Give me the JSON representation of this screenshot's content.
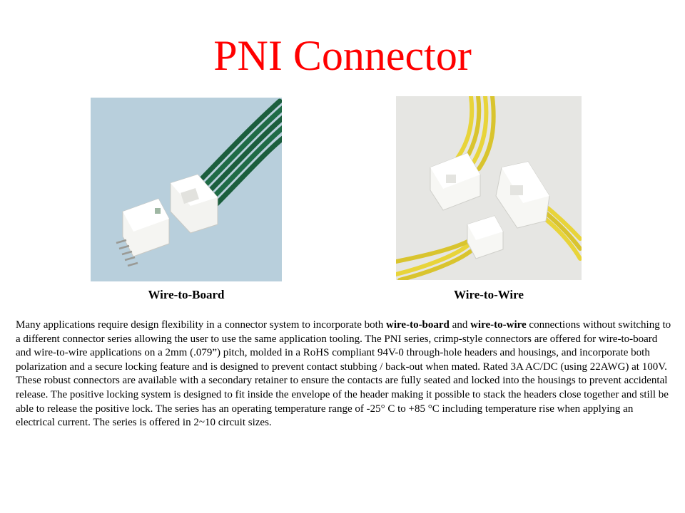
{
  "slide": {
    "title": "PNI Connector",
    "figures": [
      {
        "caption": "Wire-to-Board",
        "image": "wire-to-board-connector-photo",
        "background": "#b8cfdc"
      },
      {
        "caption": "Wire-to-Wire",
        "image": "wire-to-wire-connector-photo",
        "background": "#e6e6e3"
      }
    ],
    "description": {
      "part1": "Many applications require design flexibility in a connector system to incorporate both ",
      "bold1": "wire-to-board",
      "part2": " and ",
      "bold2": "wire-to-wire",
      "part3": " connections without switching to a different connector series allowing the user to use the same application tooling. The PNI series, crimp-style connectors are offered for wire-to-board and wire-to-wire applications on a 2mm (.079”) pitch, molded in a RoHS compliant 94V-0 through-hole headers and housings, and incorporate both polarization and a secure locking feature and is designed to prevent contact stubbing / back-out when mated. Rated 3A  AC/DC (using 22AWG) at 100V.  These robust connectors are available with a secondary retainer to ensure the contacts are fully seated and locked into the housings to prevent accidental release. The positive locking system is designed to fit inside the envelope of the header making it possible to stack the headers close together and still be able to release the positive lock.  The series has an operating temperature range of -25° C to +85 °C including temperature rise when applying an electrical current. The series is offered in 2~10 circuit sizes."
    },
    "colors": {
      "title": "#ff0000",
      "wire_green": "#1f6b46",
      "wire_yellow": "#e8d43a",
      "housing": "#f7f7f4"
    }
  }
}
